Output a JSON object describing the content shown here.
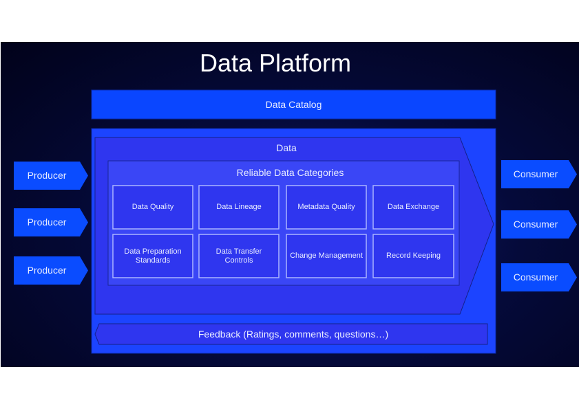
{
  "title": "Data Platform",
  "catalog": "Data Catalog",
  "data_label": "Data",
  "categories_title": "Reliable Data Categories",
  "categories": [
    [
      "Data Quality",
      "Data Lineage",
      "Metadata Quality",
      "Data Exchange"
    ],
    [
      "Data Preparation Standards",
      "Data Transfer Controls",
      "Change Management",
      "Record Keeping"
    ]
  ],
  "producers": [
    "Producer",
    "Producer",
    "Producer"
  ],
  "consumers": [
    "Consumer",
    "Consumer",
    "Consumer"
  ],
  "feedback": "Feedback (Ratings, comments, questions…)",
  "colors": {
    "arrow": "#0a4cff",
    "container": "#1c44ff",
    "data_arrow": "#2f36ef",
    "inner": "#3a46f6",
    "cell_border": "#aab4ff"
  }
}
